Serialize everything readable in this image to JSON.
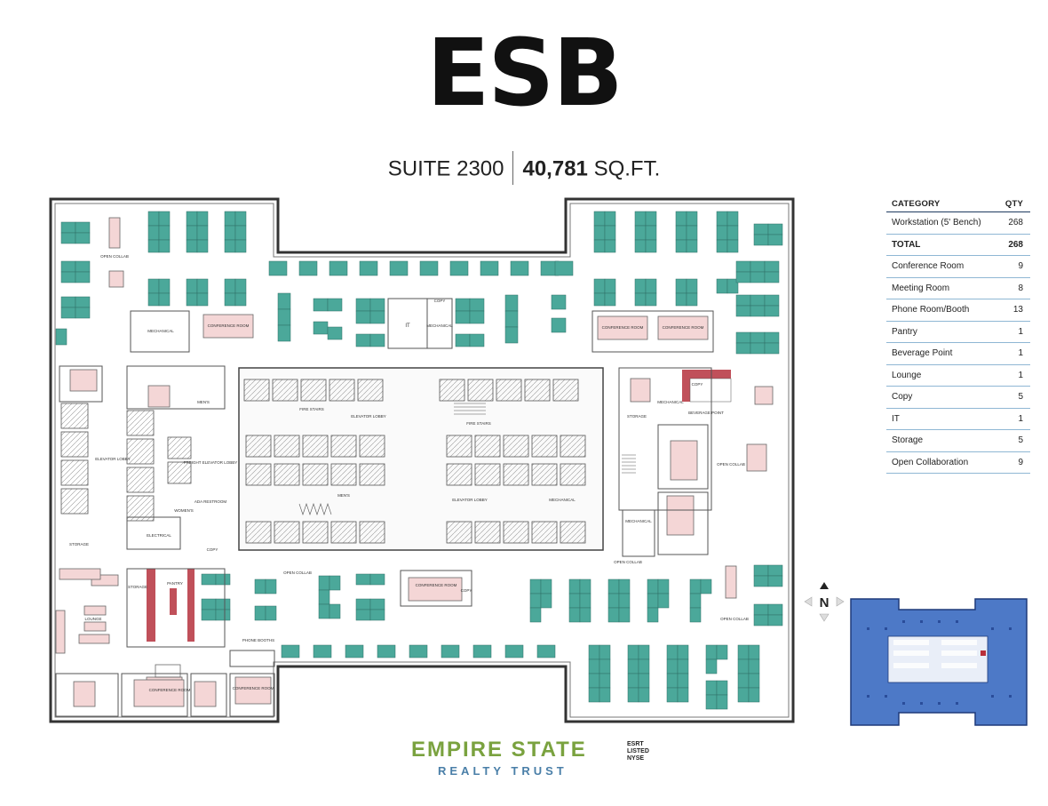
{
  "header": {
    "logo": "ESB",
    "suite": "SUITE 2300",
    "area_value": "40,781",
    "area_unit": "SQ.FT."
  },
  "legend": {
    "col_category": "CATEGORY",
    "col_qty": "QTY",
    "rows": [
      {
        "category": "Workstation (5' Bench)",
        "qty": "268"
      },
      {
        "category": "TOTAL",
        "qty": "268"
      },
      {
        "category": "Conference Room",
        "qty": "9"
      },
      {
        "category": "Meeting Room",
        "qty": "8"
      },
      {
        "category": "Phone Room/Booth",
        "qty": "13"
      },
      {
        "category": "Pantry",
        "qty": "1"
      },
      {
        "category": "Beverage Point",
        "qty": "1"
      },
      {
        "category": "Lounge",
        "qty": "1"
      },
      {
        "category": "Copy",
        "qty": "5"
      },
      {
        "category": "IT",
        "qty": "1"
      },
      {
        "category": "Storage",
        "qty": "5"
      },
      {
        "category": "Open Collaboration",
        "qty": "9"
      }
    ]
  },
  "compass": {
    "label": "N"
  },
  "plan_labels": {
    "mechanical": "MECHANICAL",
    "conference_room": "CONFERENCE ROOM",
    "it": "IT",
    "elevator_lobby": "ELEVATOR LOBBY",
    "freight_lobby": "FREIGHT ELEVATOR LOBBY",
    "electrical": "ELECTRICAL",
    "storage": "STORAGE",
    "pantry": "PANTRY",
    "lounge": "LOUNGE",
    "open_collab": "OPEN COLLAB",
    "beverage_point": "BEVERAGE POINT",
    "phone_booths": "PHONE BOOTHS",
    "copy": "COPY",
    "mens": "MEN'S",
    "womens": "WOMEN'S",
    "ada_restroom": "ADA RESTROOM",
    "fire_stairs": "FIRE STAIRS"
  },
  "brand": {
    "name_line1": "EMPIRE STATE",
    "name_line2": "REALTY TRUST",
    "ticker": "ESRT",
    "listed": "LISTED",
    "exchange": "NYSE"
  },
  "colors": {
    "workstation": "#4ba89a",
    "room_fill": "#f4d6d6",
    "beverage_point": "#c0505a",
    "minimap_fill": "#4d79c7",
    "brand_green": "#7aa23f",
    "brand_blue": "#4a7fa8"
  }
}
